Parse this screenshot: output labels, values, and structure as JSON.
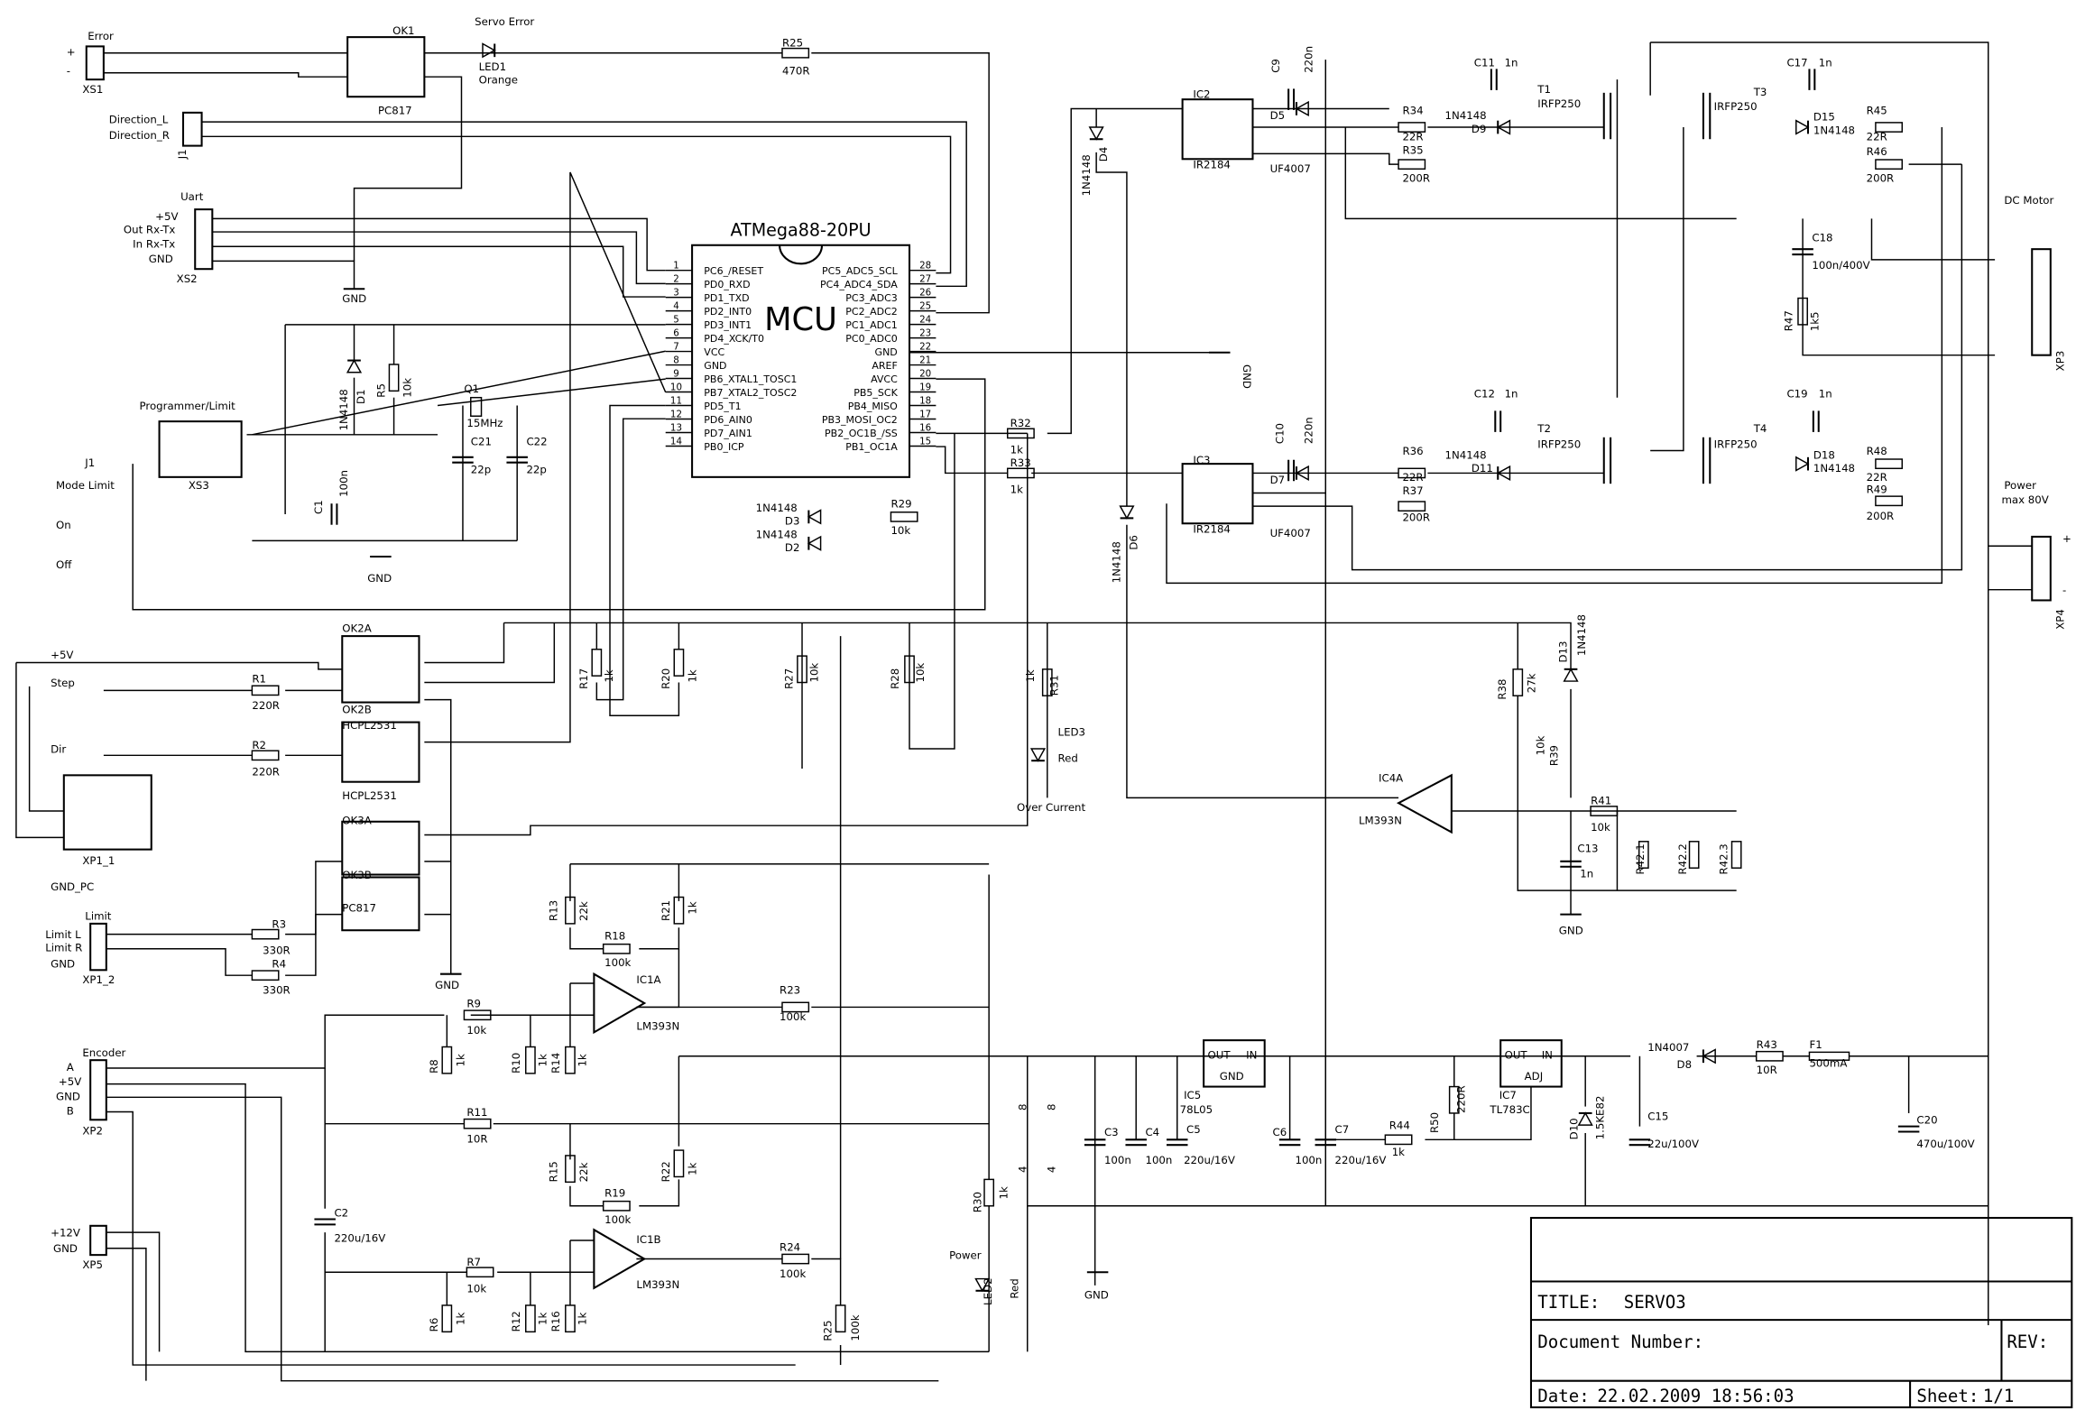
{
  "title_block": {
    "title_label": "TITLE:",
    "title": "SERVO3",
    "doc_label": "Document Number:",
    "rev_label": "REV:",
    "date_label": "Date:",
    "date": "22.02.2009 18:56:03",
    "sheet_label": "Sheet:",
    "sheet": "1/1"
  },
  "mcu": {
    "part": "ATMega88-20PU",
    "name": "MCU",
    "left_pins": [
      "PC6_/RESET",
      "PD0_RXD",
      "PD1_TXD",
      "PD2_INT0",
      "PD3_INT1",
      "PD4_XCK/T0",
      "VCC",
      "GND",
      "PB6_XTAL1_TOSC1",
      "PB7_XTAL2_TOSC2",
      "PD5_T1",
      "PD6_AIN0",
      "PD7_AIN1",
      "PB0_ICP"
    ],
    "left_nums": [
      "1",
      "2",
      "3",
      "4",
      "5",
      "6",
      "7",
      "8",
      "9",
      "10",
      "11",
      "12",
      "13",
      "14"
    ],
    "right_pins": [
      "PC5_ADC5_SCL",
      "PC4_ADC4_SDA",
      "PC3_ADC3",
      "PC2_ADC2",
      "PC1_ADC1",
      "PC0_ADC0",
      "GND",
      "AREF",
      "AVCC",
      "PB5_SCK",
      "PB4_MISO",
      "PB3_MOSI_OC2",
      "PB2_OC1B_/SS",
      "PB1_OC1A"
    ],
    "right_nums": [
      "28",
      "27",
      "26",
      "25",
      "24",
      "23",
      "22",
      "21",
      "20",
      "19",
      "18",
      "17",
      "16",
      "15"
    ]
  },
  "labels": {
    "error": "Error",
    "xs1_plus": "+",
    "xs1_minus": "-",
    "xs1": "XS1",
    "ok1": "OK1",
    "ok1_part": "PC817",
    "servo_error": "Servo Error",
    "led1": "LED1",
    "led1_col": "Orange",
    "r25": "R25",
    "r25_v": "470R",
    "dir_l": "Direction_L",
    "dir_r": "Direction_R",
    "j1": "J1",
    "uart": "Uart",
    "uart_5v": "+5V",
    "uart_out": "Out Rx-Tx",
    "uart_in": "In Rx-Tx",
    "uart_gnd": "GND",
    "xs2": "XS2",
    "gnd1": "GND",
    "d1_v": "1N4148",
    "d1": "D1",
    "r5": "R5",
    "r5_v": "10k",
    "q1": "Q1",
    "q1_v": "15MHz",
    "c21": "C21",
    "c21_v": "22p",
    "c22": "C22",
    "c22_v": "22p",
    "prog": "Programmer/Limit",
    "xs3": "XS3",
    "j1b": "J1",
    "mode": "Mode Limit",
    "on": "On",
    "off": "Off",
    "c1": "C1",
    "c1_v": "100n",
    "gnd2": "GND",
    "r32": "R32",
    "r32_v": "1k",
    "r33": "R33",
    "r33_v": "1k",
    "d3_v": "1N4148",
    "d3": "D3",
    "d2_v": "1N4148",
    "d2": "D2",
    "r29": "R29",
    "r29_v": "10k",
    "gnd_mcu": "GND",
    "d4_v": "1N4148",
    "d4": "D4",
    "d6_v": "1N4148",
    "d6": "D6",
    "ic2": "IC2",
    "ic2_part": "IR2184",
    "uf1": "UF4007",
    "c9": "C9",
    "c9_v": "220n",
    "d5": "D5",
    "r34": "R34",
    "r34_v": "22R",
    "r35": "R35",
    "r35_v": "200R",
    "c11": "C11",
    "c11_v": "1n",
    "d9_v": "1N4148",
    "d9": "D9",
    "t1": "T1",
    "t1_part": "IRFP250",
    "t3": "T3",
    "t3_part": "IRFP250",
    "c17": "C17",
    "c17_v": "1n",
    "d15": "D15",
    "d15_v": "1N4148",
    "r45": "R45",
    "r45_v": "22R",
    "r46": "R46",
    "r46_v": "200R",
    "c18": "C18",
    "c18_v": "100n/400V",
    "r47": "R47",
    "r47_v": "1k5",
    "dc_motor": "DC Motor",
    "xp3": "XP3",
    "ic3": "IC3",
    "ic3_part": "IR2184",
    "uf2": "UF4007",
    "c10": "C10",
    "c10_v": "220n",
    "d7": "D7",
    "r36": "R36",
    "r36_v": "22R",
    "r37": "R37",
    "r37_v": "200R",
    "c12": "C12",
    "c12_v": "1n",
    "d11_v": "1N4148",
    "d11": "D11",
    "t2": "T2",
    "t2_part": "IRFP250",
    "t4": "T4",
    "t4_part": "IRFP250",
    "c19": "C19",
    "c19_v": "1n",
    "d18": "D18",
    "d18_v": "1N4148",
    "r48": "R48",
    "r48_v": "22R",
    "r49": "R49",
    "r49_v": "200R",
    "power": "Power",
    "max80": "max 80V",
    "xp4": "XP4",
    "xp4_plus": "+",
    "xp4_minus": "-",
    "ok2a": "OK2A",
    "ok2b": "OK2B",
    "ok2_part": "HCPL2531",
    "ok2_part2": "HCPL2531",
    "r17": "R17",
    "r17_v": "1k",
    "r20": "R20",
    "r20_v": "1k",
    "r27": "R27",
    "r27_v": "10k",
    "r28": "R28",
    "r28_v": "10k",
    "r31": "R31",
    "r31_v": "1k",
    "led3": "LED3",
    "led3_col": "Red",
    "over_current": "Over Current",
    "ic4a": "IC4A",
    "ic4a_part": "LM393N",
    "r38": "R38",
    "r38_v": "27k",
    "r39": "R39",
    "r39_v": "10k",
    "d13": "D13",
    "d13_v": "1N4148",
    "r41": "R41",
    "r41_v": "10k",
    "c13": "C13",
    "c13_v": "1n",
    "r42_1": "R42.1",
    "r42_2": "R42.2",
    "r42_3": "R42.3",
    "gnd3": "GND",
    "p5v": "+5V",
    "step": "Step",
    "dir": "Dir",
    "r1": "R1",
    "r1_v": "220R",
    "r2": "R2",
    "r2_v": "220R",
    "xp1_1": "XP1_1",
    "gnd_pc": "GND_PC",
    "limit": "Limit",
    "limit_l": "Limit L",
    "limit_r": "Limit R",
    "limit_gnd": "GND",
    "xp1_2": "XP1_2",
    "r3": "R3",
    "r3_v": "330R",
    "r4": "R4",
    "r4_v": "330R",
    "ok3a": "OK3A",
    "ok3b": "OK3B",
    "ok3_part": "PC817",
    "gnd4": "GND",
    "ic1a": "IC1A",
    "ic1a_part": "LM393N",
    "r13": "R13",
    "r13_v": "22k",
    "r18": "R18",
    "r18_v": "100k",
    "r21": "R21",
    "r21_v": "1k",
    "r9": "R9",
    "r9_v": "10k",
    "r8": "R8",
    "r8_v": "1k",
    "r10": "R10",
    "r10_v": "1k",
    "r14": "R14",
    "r14_v": "1k",
    "r23": "R23",
    "r23_v": "100k",
    "r11": "R11",
    "r11_v": "10R",
    "r15": "R15",
    "r15_v": "22k",
    "r19": "R19",
    "r19_v": "100k",
    "r22": "R22",
    "r22_v": "1k",
    "ic1b": "IC1B",
    "ic1b_part": "LM393N",
    "r7": "R7",
    "r7_v": "10k",
    "r6": "R6",
    "r6_v": "1k",
    "r12": "R12",
    "r12_v": "1k",
    "r16": "R16",
    "r16_v": "1k",
    "r24": "R24",
    "r24_v": "100k",
    "r26": "R25",
    "r26_v": "100k",
    "encoder": "Encoder",
    "enc_a": "A",
    "enc_5v": "+5V",
    "enc_gnd": "GND",
    "enc_b": "B",
    "xp2": "XP2",
    "c2": "C2",
    "c2_v": "220u/16V",
    "p12v": "+12V",
    "xp5_gnd": "GND",
    "xp5": "XP5",
    "r30": "R30",
    "r30_v": "1k",
    "power_led": "Power",
    "led2": "LED2",
    "led2_col": "Red",
    "c3": "C3",
    "c3_v": "100n",
    "c4": "C4",
    "c4_v": "100n",
    "c5": "C5",
    "c5_v": "220u/16V",
    "ic5": "IC5",
    "ic5_part": "78L05",
    "ic5_out": "OUT",
    "ic5_in": "IN",
    "ic5_gnd": "GND",
    "c6": "C6",
    "c6_v": "100n",
    "c7": "C7",
    "c7_v": "220u/16V",
    "r44": "R44",
    "r44_v": "1k",
    "r50": "R50",
    "r50_v": "220R",
    "ic7": "IC7",
    "ic7_part": "TL783C",
    "ic7_out": "OUT",
    "ic7_in": "IN",
    "ic7_adj": "ADJ",
    "d10": "D10",
    "d10_v": "1.5KE82",
    "c15": "C15",
    "c15_v": "22u/100V",
    "d8_v": "1N4007",
    "d8": "D8",
    "r43": "R43",
    "r43_v": "10R",
    "f1": "F1",
    "f1_v": "500mA",
    "c20": "C20",
    "c20_v": "470u/100V",
    "gnd5": "GND",
    "pin8a": "8",
    "pin4a": "4",
    "pin8b": "8",
    "pin4b": "4"
  },
  "colors": {
    "ink": "#000000",
    "background": "#ffffff"
  }
}
